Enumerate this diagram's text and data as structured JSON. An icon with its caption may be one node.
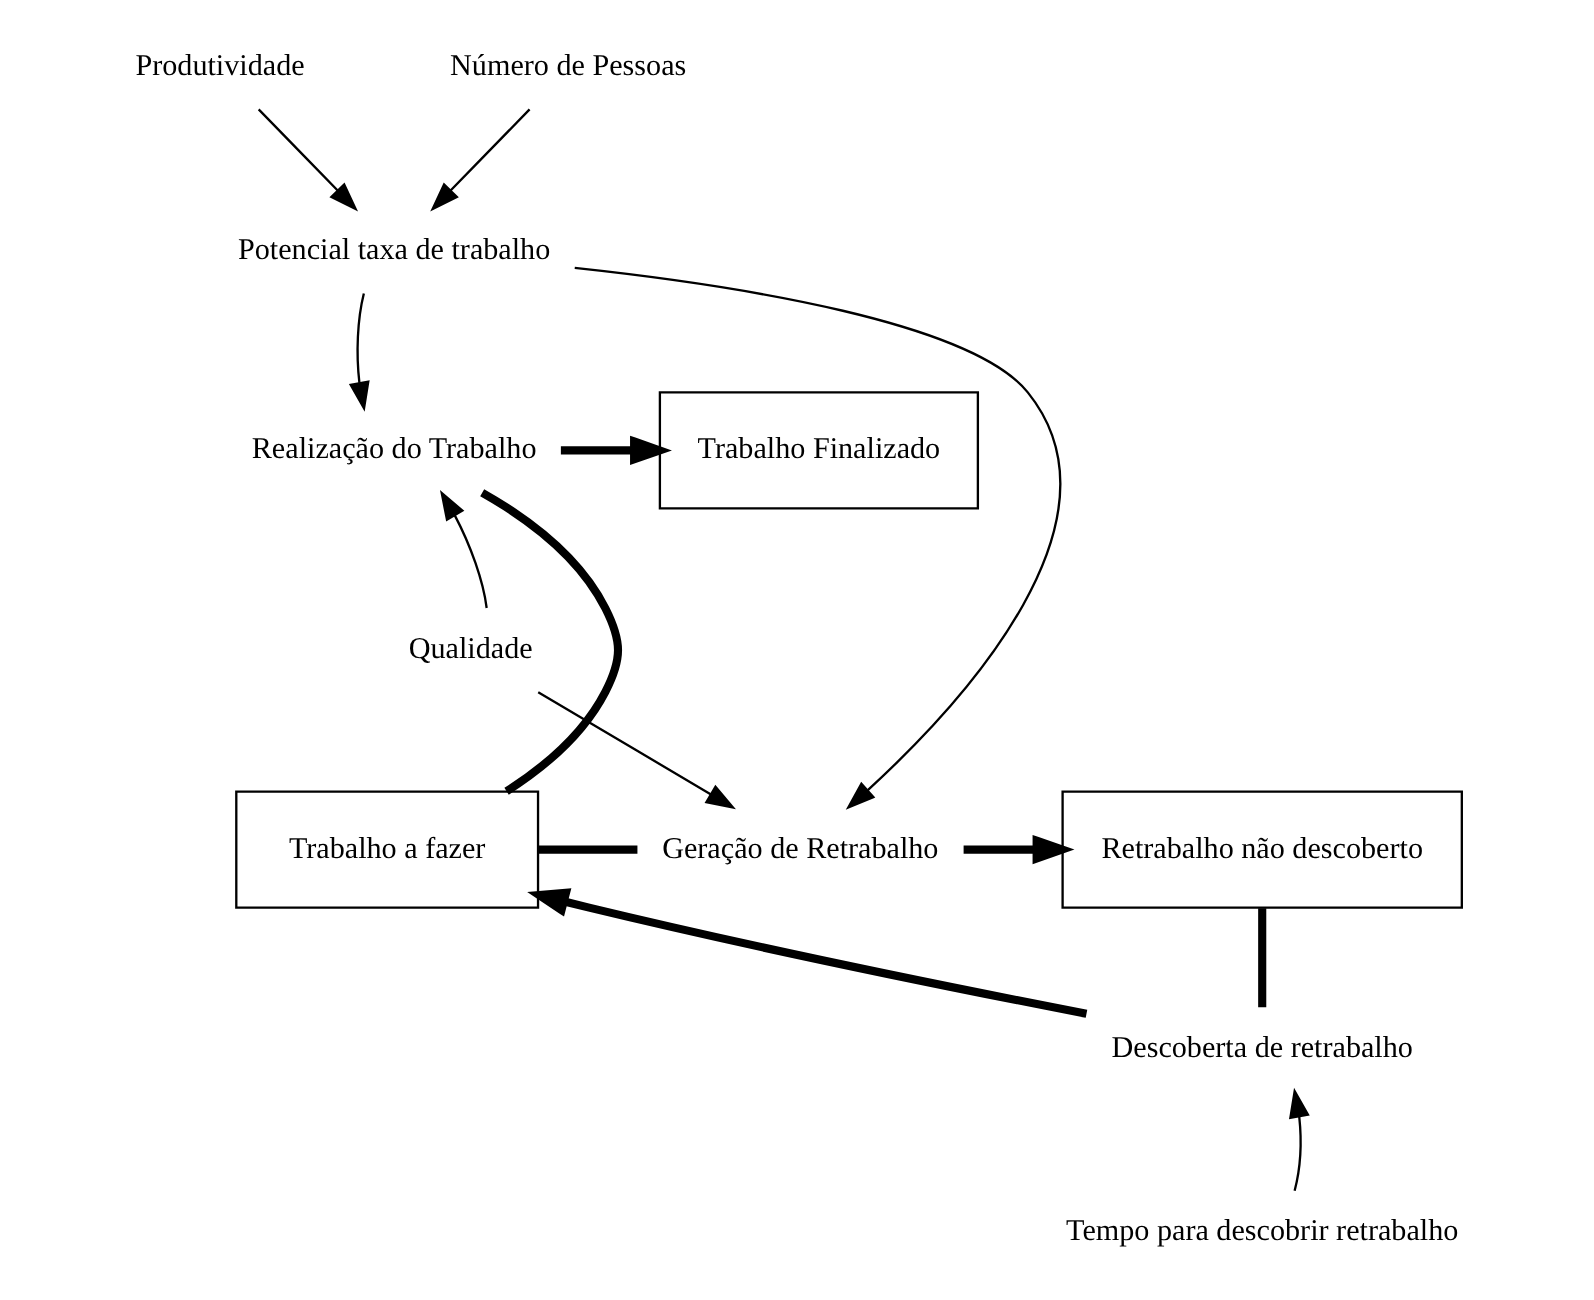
{
  "diagram": {
    "nodes": [
      {
        "text": [
          "Produtividade"
        ]
      },
      {
        "text": [
          "Número de Pessoas"
        ]
      },
      {
        "text": [
          "Potencial taxa de trabalho"
        ]
      },
      {
        "text": [
          "Realização do Trabalho"
        ]
      },
      {
        "text": [
          "Trabalho Finalizado"
        ]
      },
      {
        "text": [
          "Qualidade"
        ]
      },
      {
        "text": [
          "Trabalho a fazer"
        ]
      },
      {
        "text": [
          "Geração de Retrabalho"
        ]
      },
      {
        "text": [
          "Retrabalho não descoberto"
        ]
      },
      {
        "text": [
          "Descoberta de retrabalho"
        ]
      },
      {
        "text": [
          "Tempo para descobrir retrabalho"
        ]
      }
    ],
    "edges": [
      {
        "from": 0,
        "to": 2,
        "arrow": "to"
      },
      {
        "from": 1,
        "to": 2,
        "arrow": "to"
      },
      {
        "from": 2,
        "to": 3,
        "arrow": "to"
      },
      {
        "from": 2,
        "to": 7,
        "arrow": "to"
      },
      {
        "from": 5,
        "to": 3,
        "arrow": "to"
      },
      {
        "from": 5,
        "to": 7,
        "arrow": "to"
      },
      {
        "from": 6,
        "to": 3,
        "arrow": "none",
        "style": "thick"
      },
      {
        "from": 3,
        "to": 4,
        "arrow": "to",
        "style": "thick"
      },
      {
        "from": 6,
        "to": 7,
        "arrow": "none",
        "style": "thick"
      },
      {
        "from": 7,
        "to": 8,
        "arrow": "to",
        "style": "thick"
      },
      {
        "from": 8,
        "to": 9,
        "arrow": "none",
        "style": "thick"
      },
      {
        "from": 9,
        "to": 6,
        "arrow": "to",
        "style": "thick"
      },
      {
        "from": 10,
        "to": 9,
        "arrow": "to"
      }
    ]
  }
}
